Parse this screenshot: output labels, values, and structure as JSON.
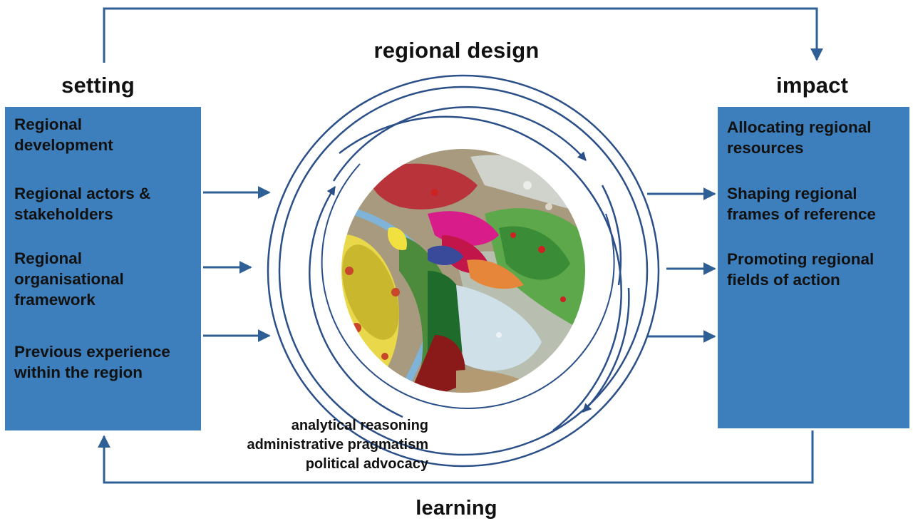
{
  "diagram": {
    "title": "regional design",
    "setting": {
      "heading": "setting",
      "items": [
        "Regional\ndevelopment",
        "Regional actors &\nstakeholders",
        "Regional\norganisational\nframework",
        "Previous experience\nwithin the region"
      ]
    },
    "impact": {
      "heading": "impact",
      "items": [
        "Allocating regional\nresources",
        "Shaping regional\nframes of reference",
        "Promoting regional\nfields of action"
      ]
    },
    "modes": [
      "analytical reasoning",
      "administrative pragmatism",
      "political advocacy"
    ],
    "feedback_label": "learning",
    "colors": {
      "box": "#3d7fbc",
      "arrow": "#2e5f95",
      "ring": "#2b4f88",
      "text": "#111111"
    }
  }
}
